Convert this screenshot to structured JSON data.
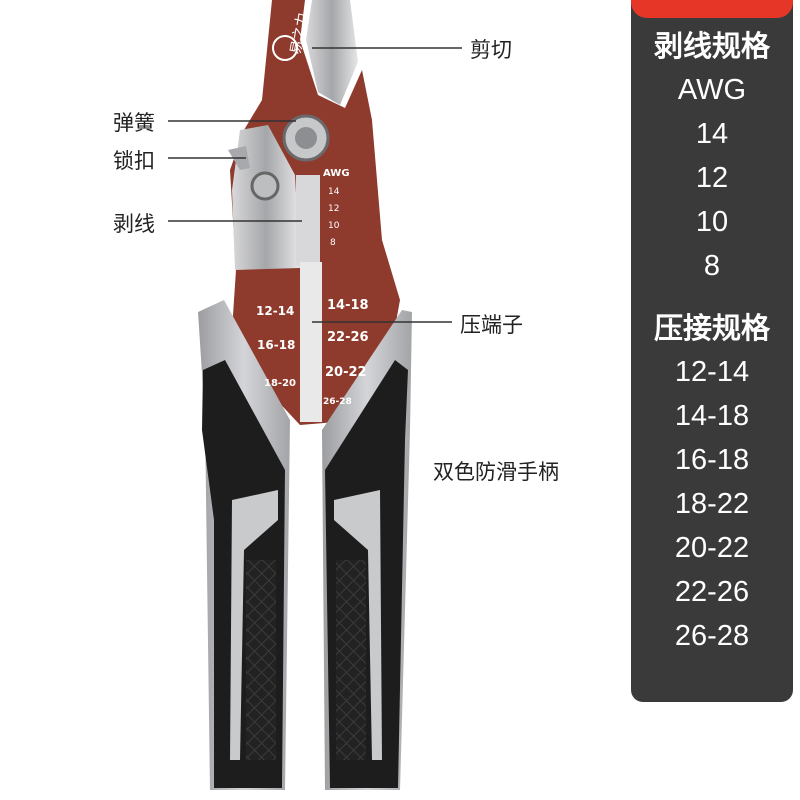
{
  "callouts": {
    "cut": "剪切",
    "spring": "弹簧",
    "lock": "锁扣",
    "strip": "剥线",
    "crimp": "压端子",
    "grip": "双色防滑手柄"
  },
  "logo_text": "易之力",
  "tool_labels": {
    "awg_header": "AWG",
    "strip_gauges": [
      "14",
      "12",
      "10",
      "8"
    ],
    "crimp_left": [
      "12-14",
      "16-18",
      "18-20"
    ],
    "crimp_right": [
      "14-18",
      "22-26",
      "20-22",
      "26-28"
    ]
  },
  "spec_panel": {
    "strip_title": "剥线规格",
    "strip_unit": "AWG",
    "strip_values": [
      "14",
      "12",
      "10",
      "8"
    ],
    "crimp_title": "压接规格",
    "crimp_values": [
      "12-14",
      "14-18",
      "16-18",
      "18-22",
      "20-22",
      "22-26",
      "26-28"
    ]
  },
  "colors": {
    "accent_red": "#e53628",
    "tool_body": "#8e3a2c",
    "panel_bg": "#3a3a3a",
    "handle_grey": "#b9babd",
    "handle_black": "#1d1d1d"
  }
}
